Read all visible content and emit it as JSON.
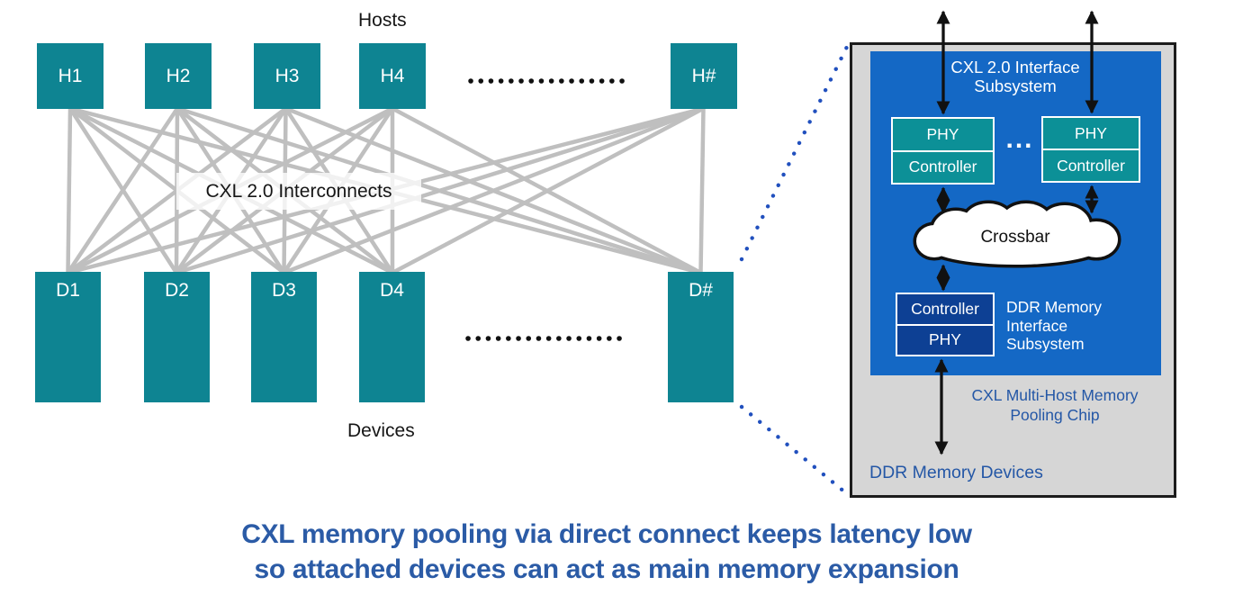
{
  "left_diagram": {
    "hosts_label": "Hosts",
    "devices_label": "Devices",
    "interconnect_label": "CXL 2.0 Interconnects",
    "hosts": [
      "H1",
      "H2",
      "H3",
      "H4",
      "H#"
    ],
    "devices": [
      "D1",
      "D2",
      "D3",
      "D4",
      "D#"
    ]
  },
  "chip_diagram": {
    "interface_title": "CXL 2.0 Interface Subsystem",
    "cxl_block_1": {
      "top": "PHY",
      "bottom": "Controller"
    },
    "cxl_block_2": {
      "top": "PHY",
      "bottom": "Controller"
    },
    "ellipsis": "...",
    "crossbar_label": "Crossbar",
    "ddr_block": {
      "top": "Controller",
      "bottom": "PHY"
    },
    "ddr_subsystem_label": "DDR Memory Interface Subsystem",
    "chip_label": "CXL Multi-Host Memory Pooling Chip",
    "ddr_devices_label": "DDR Memory Devices"
  },
  "caption": {
    "line1": "CXL memory pooling via direct connect keeps latency low",
    "line2": "so attached devices can act as main memory expansion"
  },
  "colors": {
    "node_teal": "#0E8492",
    "phy_teal": "#0C9097",
    "chip_blue": "#1468C5",
    "ddr_navy": "#0D4094",
    "panel_gray": "#D6D6D6",
    "mesh_gray": "#BFBFBF",
    "callout_blue": "#2150BE",
    "label_blue": "#2457A6",
    "caption_blue": "#2B5BA6"
  }
}
